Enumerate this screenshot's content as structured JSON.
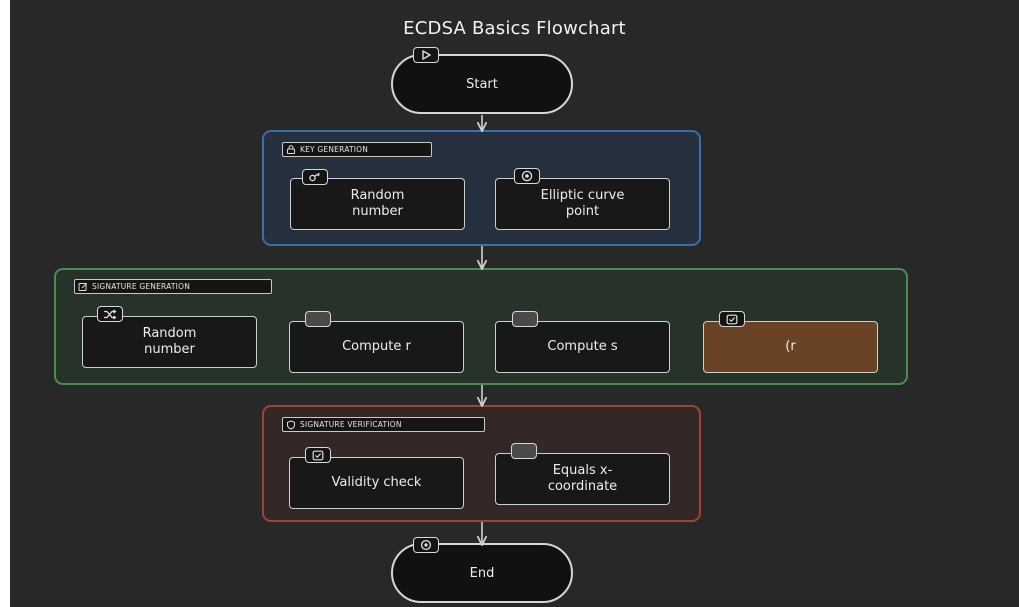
{
  "title": "ECDSA Basics Flowchart",
  "start": {
    "label": "Start",
    "icon": "play-icon"
  },
  "end": {
    "label": "End",
    "icon": "stop-icon"
  },
  "groups": {
    "key_generation": {
      "label": "KEY GENERATION",
      "icon": "lock-icon",
      "nodes": [
        {
          "label": "Random\nnumber",
          "icon": "key-icon"
        },
        {
          "label": "Elliptic curve\npoint",
          "icon": "target-icon"
        }
      ]
    },
    "signature_generation": {
      "label": "SIGNATURE GENERATION",
      "icon": "edit-icon",
      "nodes": [
        {
          "label": "Random\nnumber",
          "icon": "shuffle-icon"
        },
        {
          "label": "Compute r",
          "icon": "blank-icon"
        },
        {
          "label": "Compute s",
          "icon": "blank-icon"
        },
        {
          "label": "(r",
          "icon": "check-square-icon",
          "highlight_color": "#6a4226"
        }
      ]
    },
    "signature_verification": {
      "label": "SIGNATURE VERIFICATION",
      "icon": "shield-icon",
      "nodes": [
        {
          "label": "Validity check",
          "icon": "check-square-icon"
        },
        {
          "label": "Equals x-\ncoordinate",
          "icon": "blank-icon"
        }
      ]
    }
  },
  "colors": {
    "background": "#282828",
    "key_generation_border": "#3f6da8",
    "signature_generation_border": "#4d8a58",
    "signature_verification_border": "#9c4436",
    "connector": "#d0d0d0"
  }
}
